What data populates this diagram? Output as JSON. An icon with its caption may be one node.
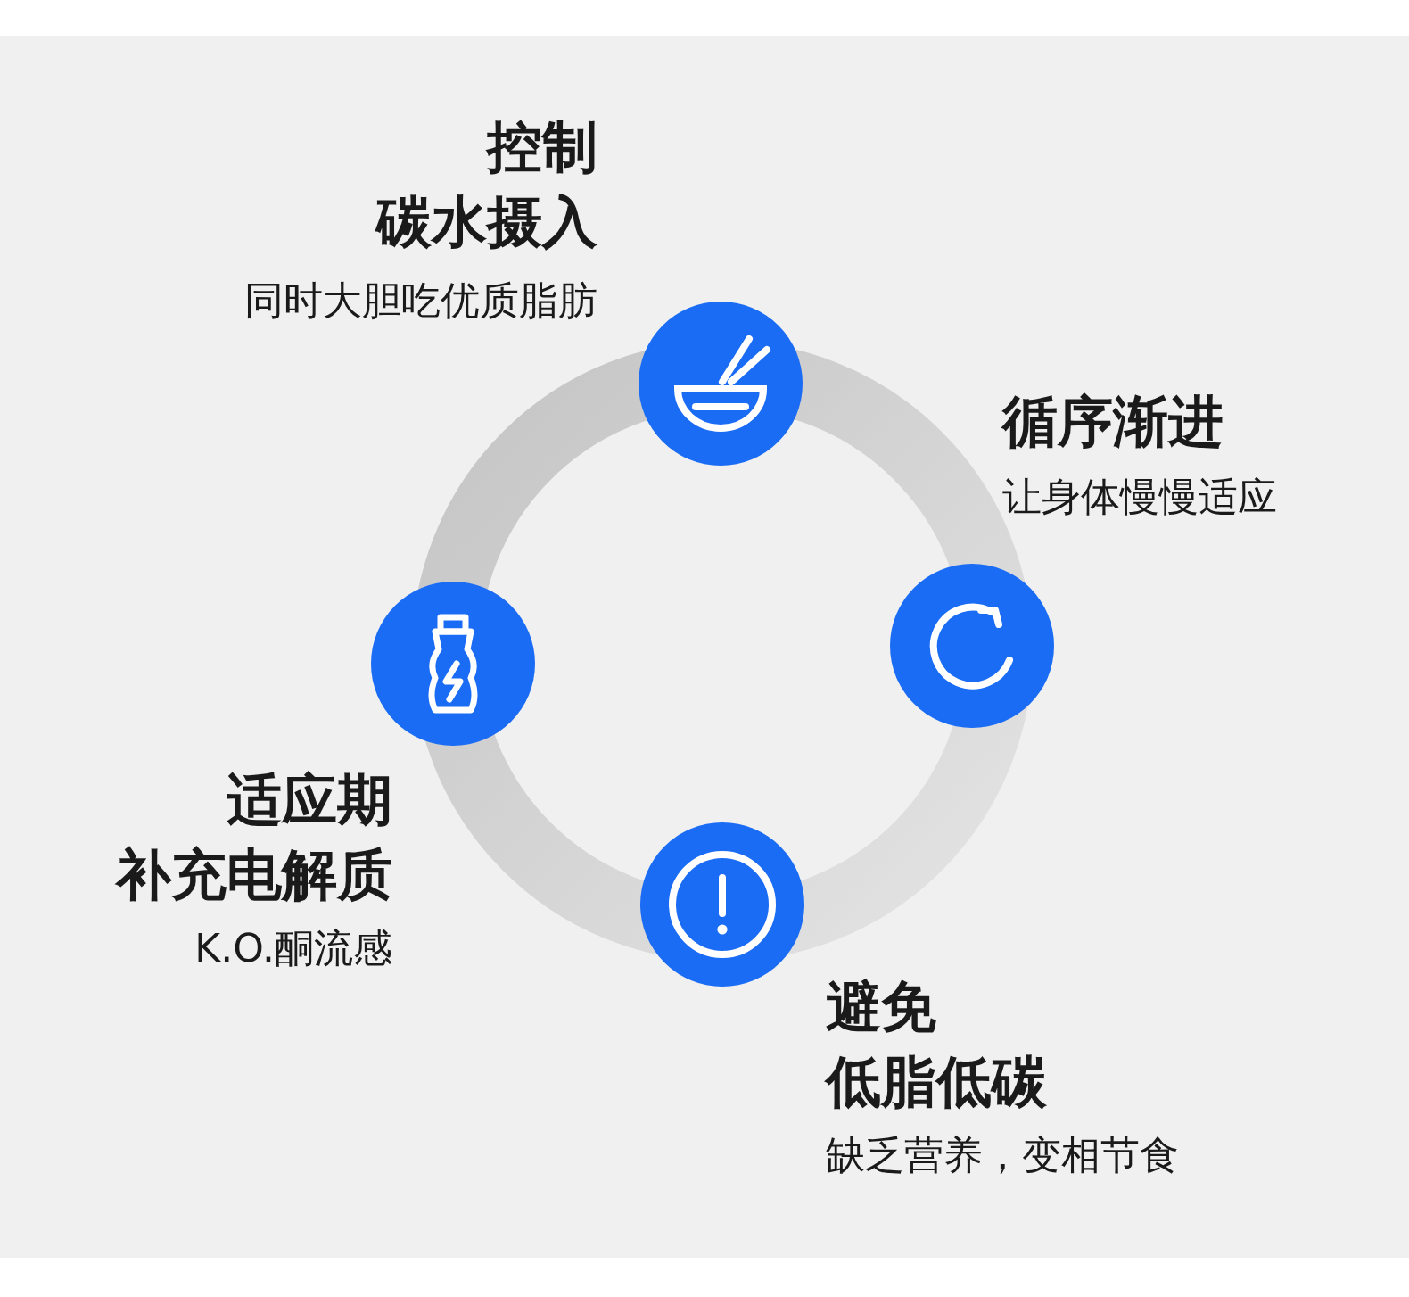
{
  "diagram": {
    "labels": [
      "控制碳水摄入",
      "同时大胆吃优质脂肪",
      "循序渐进",
      "让身体慢慢适应",
      "适应期补充电解质",
      "K.O.酮流感",
      "避免低脂低碳",
      "缺乏营养，变相节食"
    ]
  }
}
